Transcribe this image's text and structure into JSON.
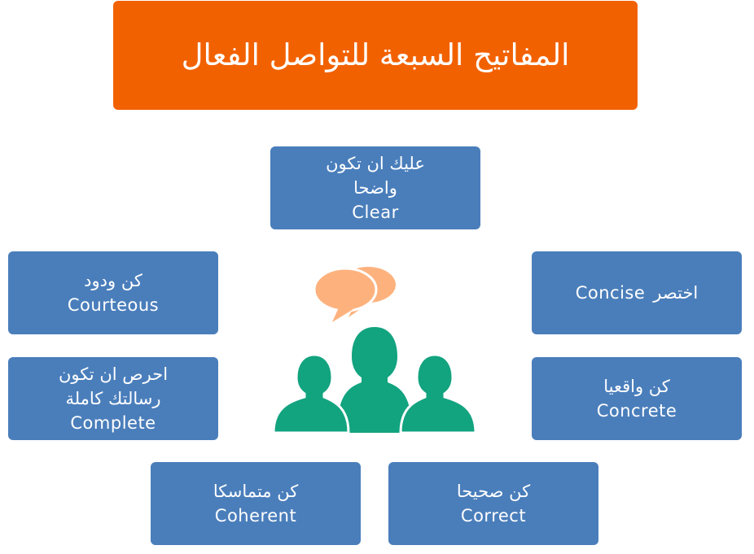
{
  "title": "المفاتيح السبعة للتواصل الفعال",
  "colors": {
    "title_bg": "#f26100",
    "box_bg": "#4a7ebb",
    "bubble": "#fdb27e",
    "people": "#12a37f"
  },
  "icon": "people-communication-icon",
  "boxes": {
    "clear": {
      "ar": "عليك ان تكون واضحا",
      "en": "Clear"
    },
    "courteous": {
      "ar": "كن ودود",
      "en": "Courteous"
    },
    "concise": {
      "ar": "اختصر",
      "en": "Concise"
    },
    "complete": {
      "ar": "احرص ان تكون رسالتك كاملة",
      "en": "Complete"
    },
    "concrete": {
      "ar": "كن واقعيا",
      "en": "Concrete"
    },
    "coherent": {
      "ar": "كن متماسكا",
      "en": "Coherent"
    },
    "correct": {
      "ar": "كن صحيحا",
      "en": "Correct"
    }
  }
}
